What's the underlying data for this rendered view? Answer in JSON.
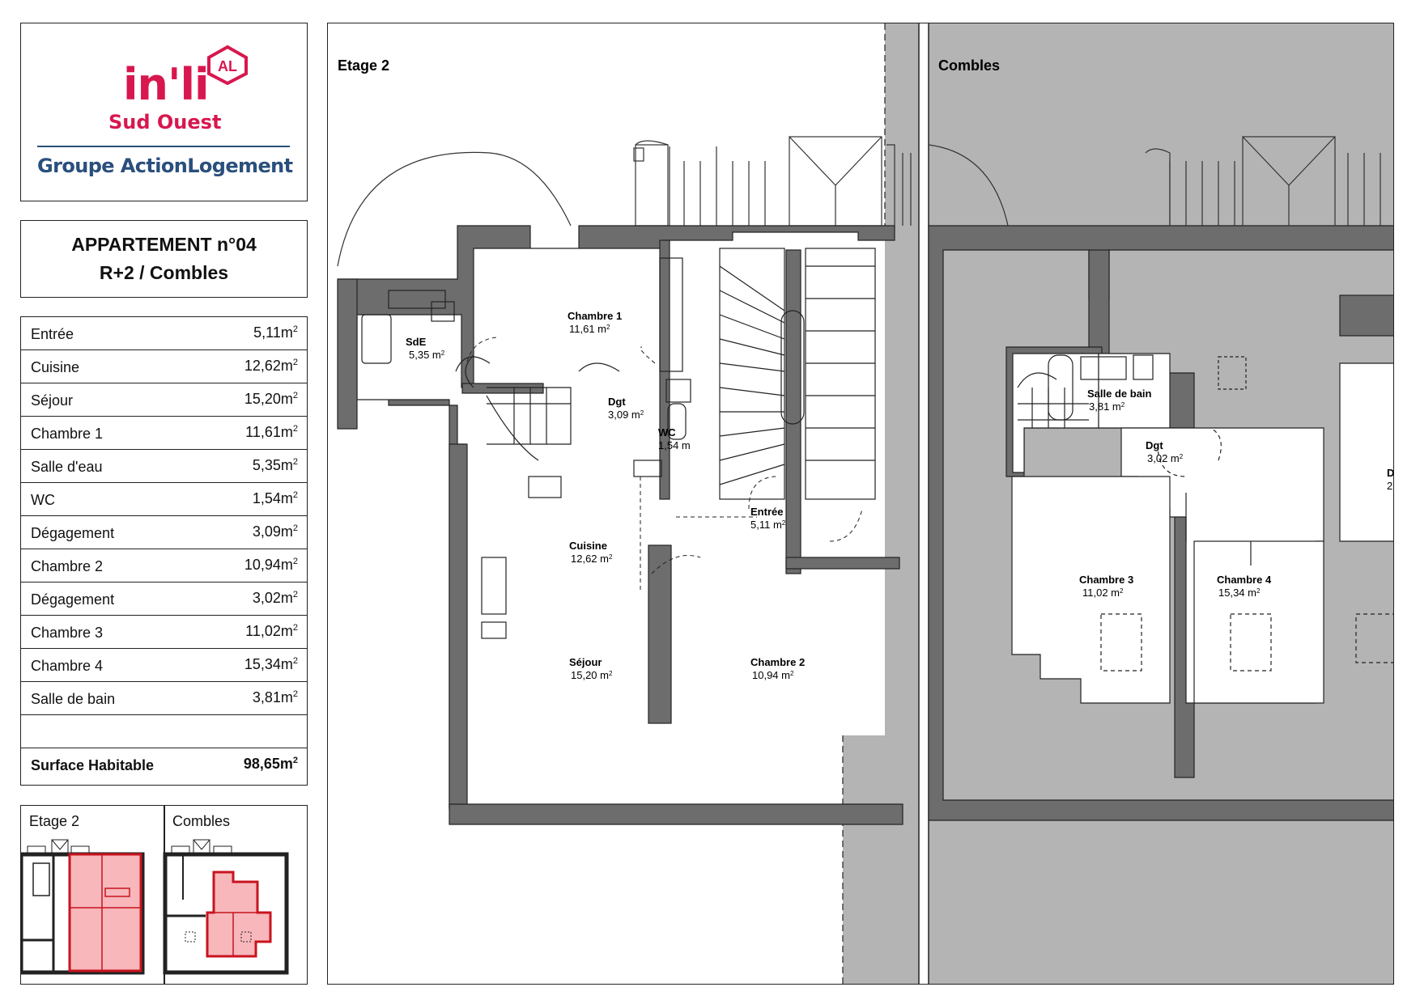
{
  "logo": {
    "brand": "in'li",
    "badge": "AL",
    "region": "Sud Ouest",
    "group": "Groupe ActionLogement"
  },
  "title": {
    "line1": "APPARTEMENT n°04",
    "line2": "R+2 / Combles"
  },
  "surfaces": [
    {
      "name": "Entrée",
      "value": "5,11m",
      "unit_sup": "2"
    },
    {
      "name": "Cuisine",
      "value": "12,62m",
      "unit_sup": "2"
    },
    {
      "name": "Séjour",
      "value": "15,20m",
      "unit_sup": "2"
    },
    {
      "name": "Chambre 1",
      "value": "11,61m",
      "unit_sup": "2"
    },
    {
      "name": "Salle d'eau",
      "value": "5,35m",
      "unit_sup": "2"
    },
    {
      "name": "WC",
      "value": "1,54m",
      "unit_sup": "2"
    },
    {
      "name": "Dégagement",
      "value": "3,09m",
      "unit_sup": "2"
    },
    {
      "name": "Chambre 2",
      "value": "10,94m",
      "unit_sup": "2"
    },
    {
      "name": "Dégagement",
      "value": "3,02m",
      "unit_sup": "2"
    },
    {
      "name": "Chambre 3",
      "value": "11,02m",
      "unit_sup": "2"
    },
    {
      "name": "Chambre 4",
      "value": "15,34m",
      "unit_sup": "2"
    },
    {
      "name": "Salle de bain",
      "value": "3,81m",
      "unit_sup": "2"
    }
  ],
  "total": {
    "name": "Surface Habitable",
    "value": "98,65m",
    "unit_sup": "2"
  },
  "thumbnails": {
    "left": "Etage 2",
    "right": "Combles"
  },
  "plan": {
    "etage_label": "Etage 2",
    "combles_label": "Combles",
    "rooms": {
      "sde": {
        "name": "SdE",
        "area": "5,35 m",
        "sup": "2"
      },
      "chambre1": {
        "name": "Chambre 1",
        "area": "11,61 m",
        "sup": "2"
      },
      "dgt1": {
        "name": "Dgt",
        "area": "3,09 m",
        "sup": "2"
      },
      "wc": {
        "name": "WC",
        "area": "1,54 m",
        "sup": ""
      },
      "entree": {
        "name": "Entrée",
        "area": "5,11 m",
        "sup": "2"
      },
      "cuisine": {
        "name": "Cuisine",
        "area": "12,62 m",
        "sup": "2"
      },
      "sejour": {
        "name": "Séjour",
        "area": "15,20 m",
        "sup": "2"
      },
      "chambre2": {
        "name": "Chambre 2",
        "area": "10,94 m",
        "sup": "2"
      },
      "sdb": {
        "name": "Salle de bain",
        "area": "3,81 m",
        "sup": "2"
      },
      "dgt2": {
        "name": "Dgt",
        "area": "3,02 m",
        "sup": "2"
      },
      "chambre3": {
        "name": "Chambre 3",
        "area": "11,02 m",
        "sup": "2"
      },
      "chambre4": {
        "name": "Chambre 4",
        "area": "15,34 m",
        "sup": "2"
      },
      "cut_label": "D",
      "cut_area": "2"
    }
  },
  "colors": {
    "brand_pink": "#d8174f",
    "brand_blue": "#2a4f7c",
    "wall": "#6d6d6d",
    "shade": "#b4b4b4",
    "highlight": "#f7b7bb",
    "highlight_line": "#c8141f"
  }
}
